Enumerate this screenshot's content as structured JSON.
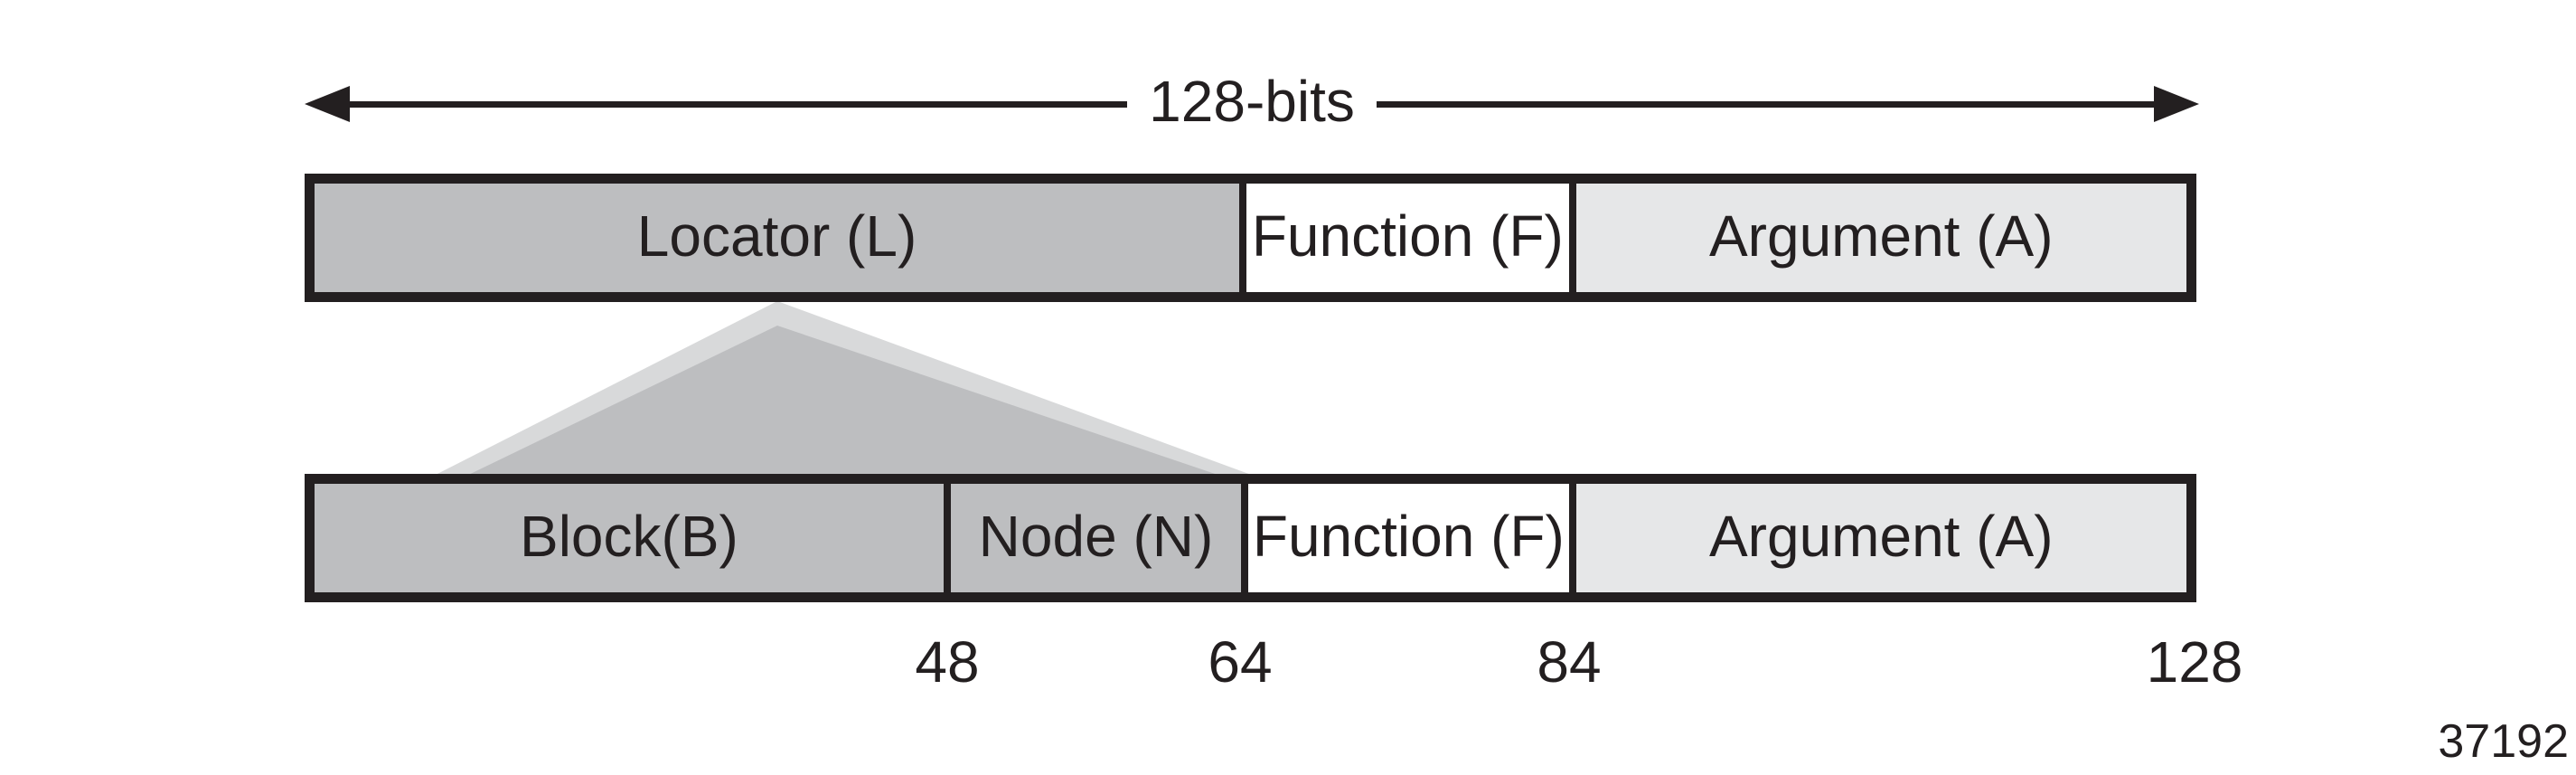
{
  "figure": {
    "width_label": "128-bits",
    "figure_number": "37192"
  },
  "top_bar": {
    "segments": [
      {
        "label": "Locator (L)",
        "fill": "#bdbec0"
      },
      {
        "label": "Function (F)",
        "fill": "#ffffff"
      },
      {
        "label": "Argument (A)",
        "fill": "#e6e7e8"
      }
    ]
  },
  "bottom_bar": {
    "segments": [
      {
        "label": "Block(B)",
        "fill": "#bdbec0"
      },
      {
        "label": "Node (N)",
        "fill": "#bdbec0"
      },
      {
        "label": "Function (F)",
        "fill": "#ffffff"
      },
      {
        "label": "Argument (A)",
        "fill": "#e6e7e8"
      }
    ]
  },
  "bit_ticks": [
    {
      "label": "48"
    },
    {
      "label": "64"
    },
    {
      "label": "84"
    },
    {
      "label": "128"
    }
  ],
  "colors": {
    "ink": "#231f20",
    "medium_gray": "#bdbec0",
    "light_gray": "#e6e7e8",
    "white": "#ffffff",
    "triangle_edge": "#d8d9da"
  }
}
